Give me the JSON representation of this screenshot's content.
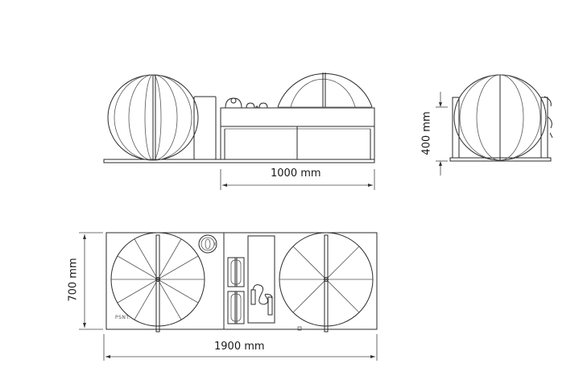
{
  "drawing": {
    "views": {
      "side_view": {
        "dimension_label": "1000 mm"
      },
      "end_view": {
        "dimension_label": "400 mm"
      },
      "plan_view": {
        "width_label": "1900 mm",
        "depth_label": "700 mm",
        "logo_text": "PSNT."
      }
    },
    "colors": {
      "line": "#2a2a2a",
      "background": "#ffffff"
    }
  }
}
